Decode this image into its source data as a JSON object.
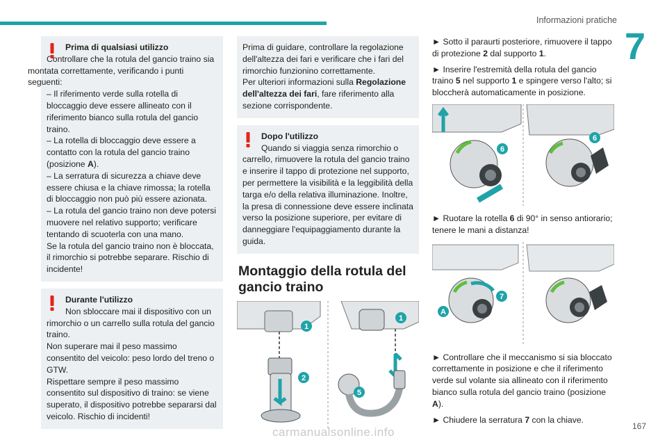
{
  "header": {
    "section_title": "Informazioni pratiche",
    "chapter_number": "7",
    "accent_color": "#1fa3a8"
  },
  "footer": {
    "page_number": "167",
    "watermark": "carmanualsonline.info"
  },
  "column1": {
    "warning1": {
      "title": "Prima di qualsiasi utilizzo",
      "lines": [
        "Controllare che la rotula del gancio traino sia montata correttamente, verificando i punti seguenti:",
        "– Il riferimento verde sulla rotella di bloccaggio deve essere allineato con il riferimento bianco sulla rotula del gancio traino.",
        "– La rotella di bloccaggio deve essere a contatto con la rotula del gancio traino (posizione ",
        "– La serratura di sicurezza a chiave deve essere chiusa e la chiave rimossa; la rotella di bloccaggio non può più essere azionata.",
        "– La rotula del gancio traino non deve potersi muovere nel relativo supporto; verificare tentando di scuoterla con una mano.",
        "Se la rotula del gancio traino non è bloccata, il rimorchio si potrebbe separare. Rischio di incidente!"
      ],
      "position_letter": "A",
      "line3_tail": ")."
    },
    "warning2": {
      "title": "Durante l'utilizzo",
      "lines": [
        "Non sbloccare mai il dispositivo con un rimorchio o un carrello sulla rotula del gancio traino.",
        "Non superare mai il peso massimo consentito del veicolo: peso lordo del treno o GTW.",
        "Rispettare sempre il peso massimo consentito sul dispositivo di traino: se viene superato, il dispositivo potrebbe separarsi dal veicolo. Rischio di incidenti!"
      ]
    }
  },
  "column2": {
    "info": {
      "text1": "Prima di guidare, controllare la regolazione dell'altezza dei fari e verificare che i fari del rimorchio funzionino correttamente.",
      "text2_pre": "Per ulteriori informazioni sulla ",
      "text2_bold": "Regolazione dell'altezza dei fari",
      "text2_post": ", fare riferimento alla sezione corrispondente."
    },
    "warning3": {
      "title": "Dopo l'utilizzo",
      "text": "Quando si viaggia senza rimorchio o carrello, rimuovere la rotula del gancio traino e inserire il tappo di protezione nel supporto, per permettere la visibilità e la leggibilità della targa e/o della relativa illuminazione. Inoltre, la presa di connessione deve essere inclinata verso la posizione superiore, per evitare di danneggiare l'equipaggiamento durante la guida."
    },
    "heading": "Montaggio della rotula del gancio traino",
    "figure_labels": [
      "1",
      "2",
      "1",
      "5"
    ]
  },
  "column3": {
    "step1": {
      "pre": "► Sotto il paraurti posteriore, rimuovere il tappo di protezione ",
      "b1": "2",
      "mid": " dal supporto ",
      "b2": "1",
      "post": "."
    },
    "step2": {
      "pre": "► Inserire l'estremità della rotula del gancio traino ",
      "b1": "5",
      "mid": " nel supporto ",
      "b2": "1",
      "post": " e spingere verso l'alto; si bloccherà automaticamente in posizione."
    },
    "figure1_labels": [
      "6",
      "6"
    ],
    "step3": {
      "pre": "► Ruotare la rotella ",
      "b1": "6",
      "post": " di 90° in senso antiorario; tenere le mani a distanza!"
    },
    "figure2_labels": [
      "7",
      "A"
    ],
    "step4": {
      "pre": "► Controllare che il meccanismo si sia bloccato correttamente in posizione e che il riferimento verde sul volante sia allineato con il riferimento bianco sulla rotula del gancio traino (posizione ",
      "b1": "A",
      "post": ")."
    },
    "step5": {
      "pre": "► Chiudere la serratura ",
      "b1": "7",
      "post": " con la chiave."
    }
  }
}
